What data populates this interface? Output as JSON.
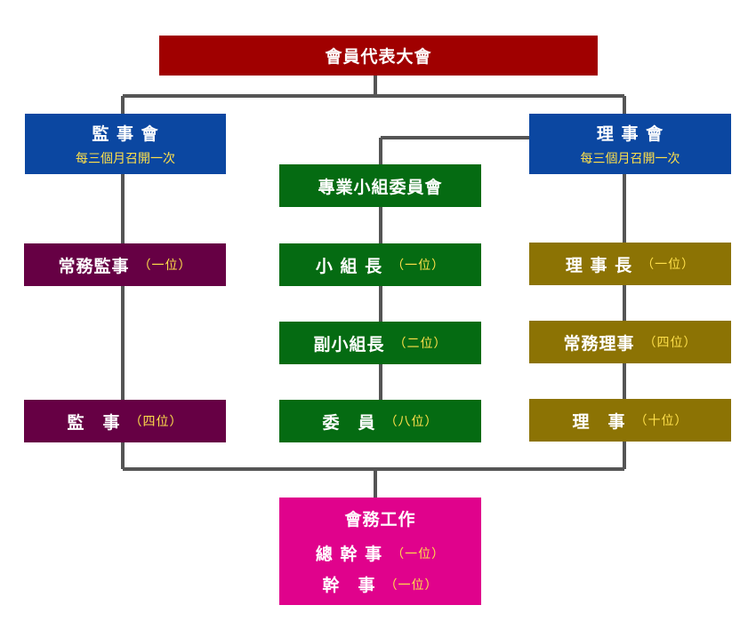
{
  "colors": {
    "top": "#a00000",
    "board": "#0b47a1",
    "committee": "#056b12",
    "supervisor": "#660044",
    "director": "#8c7304",
    "office": "#e0028c",
    "connector": "#555555",
    "count_text": "#ffe04a"
  },
  "top": {
    "title": "會員代表大會"
  },
  "supervisors_board": {
    "title": "監 事 會",
    "schedule": "每三個月召開一次"
  },
  "directors_board": {
    "title": "理 事 會",
    "schedule": "每三個月召開一次"
  },
  "committee": {
    "title": "專業小組委員會"
  },
  "supervisor_roles": [
    {
      "title": "常務監事",
      "count": "（一位）"
    },
    {
      "title": "監　事",
      "count": "（四位）"
    }
  ],
  "committee_roles": [
    {
      "title": "小 組 長",
      "count": "（一位）"
    },
    {
      "title": "副小組長",
      "count": "（二位）"
    },
    {
      "title": "委　員",
      "count": "（八位）"
    }
  ],
  "director_roles": [
    {
      "title": "理 事 長",
      "count": "（一位）"
    },
    {
      "title": "常務理事",
      "count": "（四位）"
    },
    {
      "title": "理　事",
      "count": "（十位）"
    }
  ],
  "office": {
    "title": "會務工作",
    "staff": [
      {
        "title": "總 幹 事",
        "count": "（一位）"
      },
      {
        "title": "幹　事",
        "count": "（一位）"
      }
    ]
  }
}
